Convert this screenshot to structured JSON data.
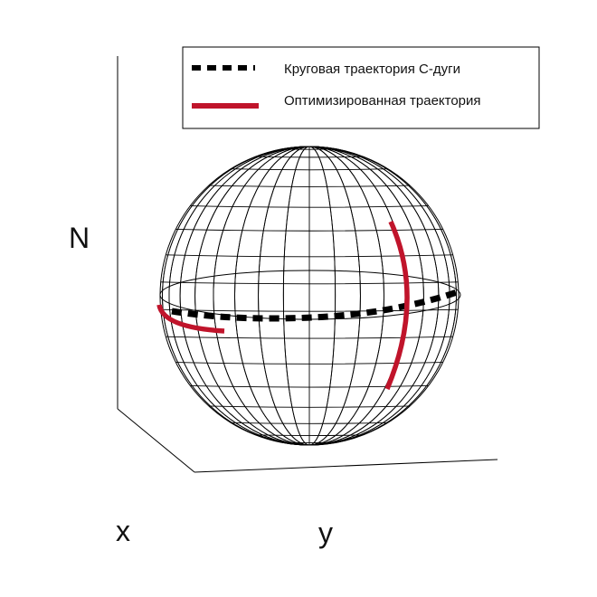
{
  "figure": {
    "axis_labels": {
      "vertical": "N",
      "depth": "x",
      "horizontal": "y"
    },
    "legend": {
      "dashed_label": "Круговая траектория С-дуги",
      "solid_label": "Оптимизированная траектория"
    },
    "colors": {
      "ink": "#000000",
      "trajectory_red": "#c0142b",
      "wireframe": "#000000"
    },
    "sphere": {
      "meridians": 18,
      "parallels": 17,
      "style": "wireframe"
    }
  }
}
